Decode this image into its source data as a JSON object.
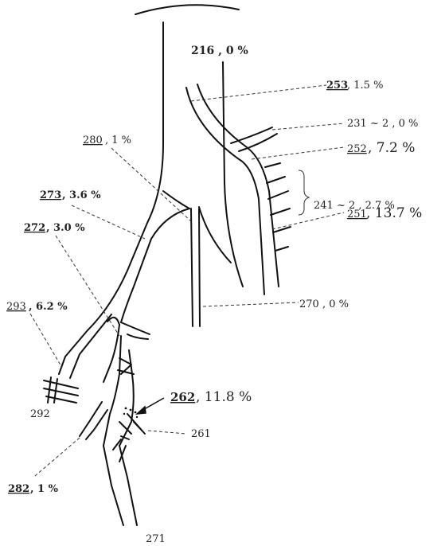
{
  "labels": {
    "l216": "216 , 0 %",
    "l253": "253",
    "l253v": " , 1.5 %",
    "l231": "231 ~ 2 , 0 %",
    "l252": "252",
    "l252v": " , 7.2 %",
    "l241": "241 ~ 2 , 2.7 %",
    "l251": "251",
    "l251v": " , 13.7 %",
    "l270": "270 , 0 %",
    "l280": "280",
    "l280v": " , 1 %",
    "l273": "273",
    "l273v": " , 3.6 %",
    "l272": "272",
    "l272v": " , 3.0 %",
    "l293": "293",
    "l293v": " , 6.2 %",
    "l292": "292",
    "l262": "262",
    "l262v": " , 11.8 %",
    "l261": "261",
    "l282": "282",
    "l282v": " , 1 %",
    "l271": "271"
  }
}
